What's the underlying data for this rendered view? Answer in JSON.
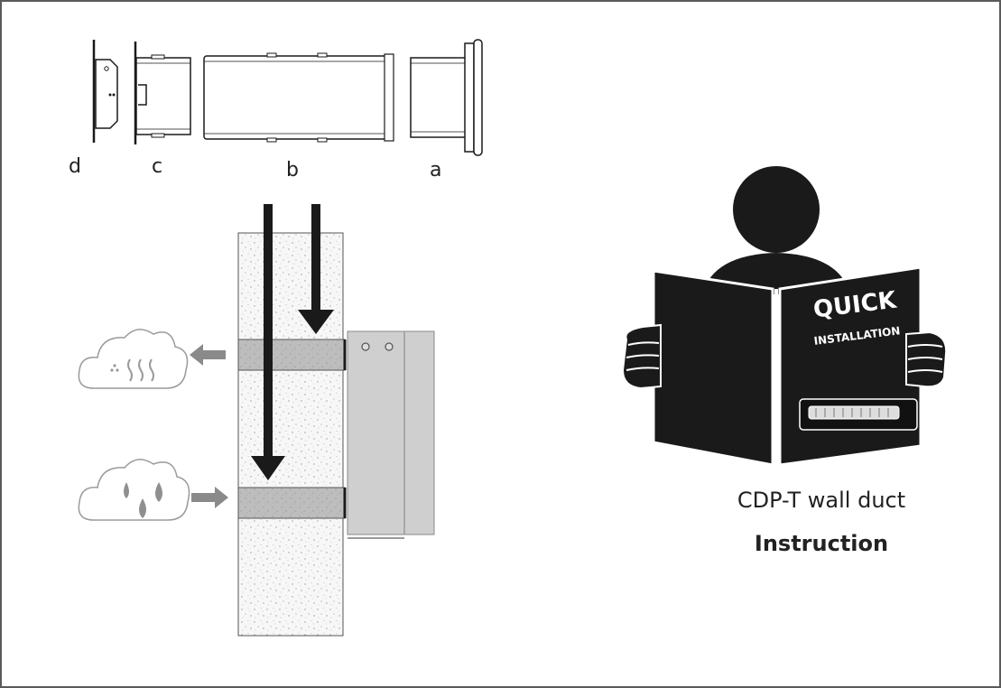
{
  "parts": {
    "a": "a",
    "b": "b",
    "c": "c",
    "d": "d"
  },
  "book": {
    "line1": "QUICK",
    "line2": "INSTALLATION"
  },
  "caption": {
    "title": "CDP-T wall duct",
    "subtitle": "Instruction"
  },
  "icons": {
    "outflow": "cloud-vapour-icon",
    "inflow": "cloud-rain-icon",
    "reader": "person-reading-manual-icon"
  },
  "colors": {
    "ink": "#1a1a1a",
    "wall": "#f7f7f7",
    "duct": "#b8b8b8",
    "unit": "#cfcfcf",
    "cloud_stroke": "#9a9a9a"
  }
}
